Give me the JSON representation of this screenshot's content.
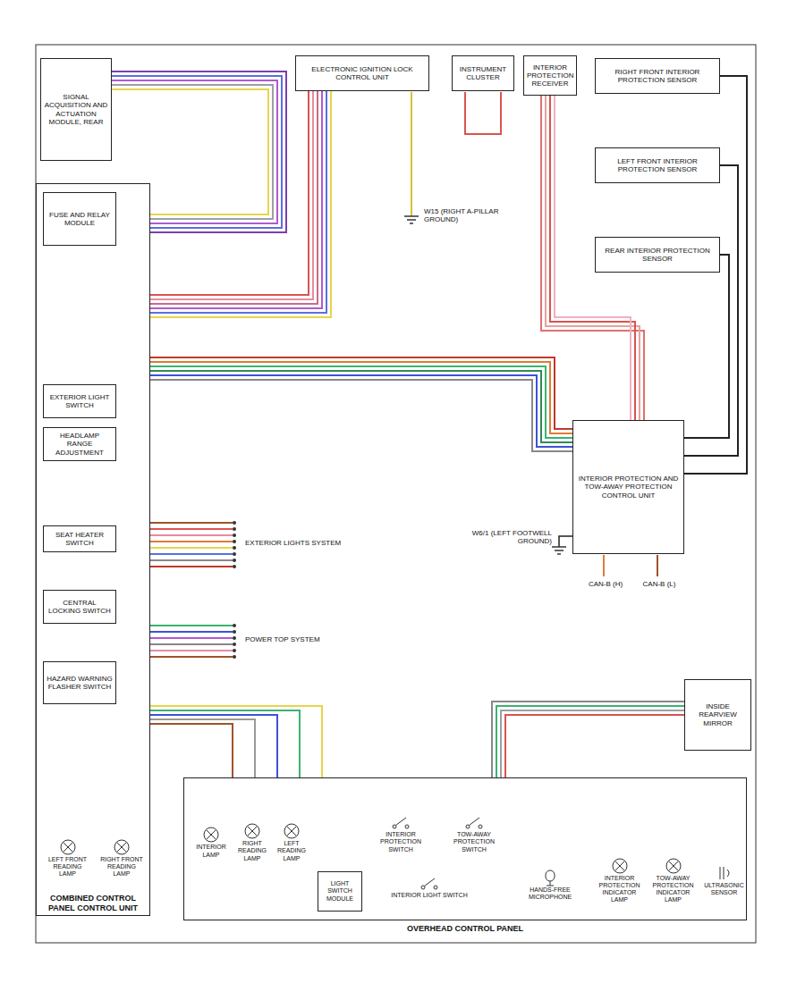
{
  "diagram": {
    "nodes": [
      {
        "text": [
          "SIGNAL ACQUISITION AND ACTUATION MODULE, REAR"
        ]
      },
      {
        "text": [
          "ELECTRONIC IGNITION LOCK CONTROL UNIT"
        ]
      },
      {
        "text": [
          "INSTRUMENT CLUSTER"
        ]
      },
      {
        "text": [
          "INTERIOR PROTECTION RECEIVER"
        ]
      },
      {
        "text": [
          "RIGHT FRONT INTERIOR PROTECTION SENSOR"
        ]
      },
      {
        "text": [
          "LEFT FRONT INTERIOR PROTECTION SENSOR"
        ]
      },
      {
        "text": [
          "REAR INTERIOR PROTECTION SENSOR"
        ]
      },
      {
        "text": [
          "COMBINED CONTROL PANEL CONTROL UNIT"
        ]
      },
      {
        "text": [
          "FUSE AND RELAY MODULE"
        ],
        "in": 7
      },
      {
        "text": [
          "EXTERIOR LIGHT SWITCH"
        ],
        "in": 7
      },
      {
        "text": [
          "HEADLAMP RANGE ADJUSTMENT"
        ],
        "in": 7
      },
      {
        "text": [
          "SEAT HEATER SWITCH"
        ],
        "in": 7
      },
      {
        "text": [
          "CENTRAL LOCKING SWITCH"
        ],
        "in": 7
      },
      {
        "text": [
          "HAZARD WARNING FLASHER SWITCH"
        ],
        "in": 7
      },
      {
        "text": [
          "LEFT FRONT READING LAMP"
        ],
        "in": 7
      },
      {
        "text": [
          "RIGHT FRONT READING LAMP"
        ],
        "in": 7
      },
      {
        "text": [
          "INTERIOR PROTECTION AND TOW-AWAY PROTECTION CONTROL UNIT"
        ]
      },
      {
        "text": [
          "INSIDE REARVIEW MIRROR"
        ]
      },
      {
        "text": [
          "OVERHEAD CONTROL PANEL"
        ]
      },
      {
        "text": [
          "INTERIOR LAMP"
        ],
        "in": 18
      },
      {
        "text": [
          "RIGHT READING LAMP"
        ],
        "in": 18
      },
      {
        "text": [
          "LEFT READING LAMP"
        ],
        "in": 18
      },
      {
        "text": [
          "LIGHT SWITCH MODULE"
        ],
        "in": 18
      },
      {
        "text": [
          "INTERIOR PROTECTION SWITCH"
        ],
        "in": 18
      },
      {
        "text": [
          "TOW-AWAY PROTECTION SWITCH"
        ],
        "in": 18
      },
      {
        "text": [
          "INTERIOR LIGHT SWITCH"
        ],
        "in": 18
      },
      {
        "text": [
          "HANDS-FREE MICROPHONE"
        ],
        "in": 18
      },
      {
        "text": [
          "INTERIOR PROTECTION INDICATOR LAMP"
        ],
        "in": 18
      },
      {
        "text": [
          "TOW-AWAY PROTECTION INDICATOR LAMP"
        ],
        "in": 18
      },
      {
        "text": [
          "ULTRASONIC SENSOR"
        ],
        "in": 18
      }
    ],
    "edges": [
      {
        "from": 0,
        "to": 7,
        "arrow": "none"
      },
      {
        "from": 7,
        "to": 1,
        "arrow": "none"
      },
      {
        "from": 7,
        "to": 16,
        "arrow": "none"
      },
      {
        "from": 3,
        "to": 16,
        "arrow": "none"
      },
      {
        "from": 4,
        "to": 16,
        "arrow": "none"
      },
      {
        "from": 5,
        "to": 16,
        "arrow": "none"
      },
      {
        "from": 6,
        "to": 16,
        "arrow": "none"
      },
      {
        "from": 17,
        "to": 18,
        "arrow": "none"
      },
      {
        "from": 7,
        "to": 18,
        "arrow": "none"
      }
    ],
    "labels": [
      "EXTERIOR LIGHTS SYSTEM",
      "POWER TOP SYSTEM",
      "W15 (RIGHT A-PILLAR GROUND)",
      "W6/1 (LEFT FOOTWELL GROUND)",
      "CAN-B (H)",
      "CAN-B (L)"
    ]
  }
}
